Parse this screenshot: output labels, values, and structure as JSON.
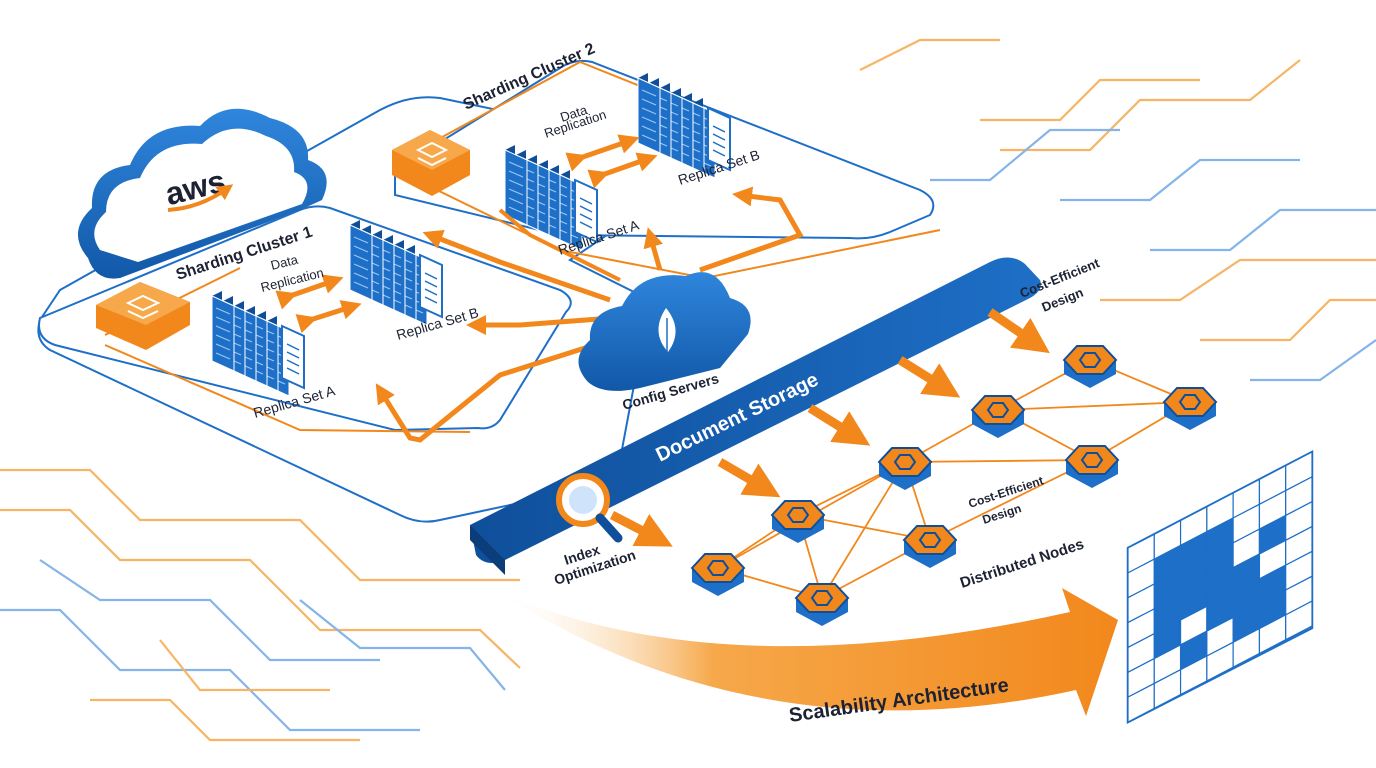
{
  "colors": {
    "blue": "#1e6fc7",
    "dark_blue": "#0f4f9a",
    "orange": "#f2881c",
    "light_orange": "#f6a84a",
    "text": "#1d2233",
    "white": "#ffffff"
  },
  "aws": {
    "logo_text": "aws"
  },
  "cluster1": {
    "title": "Sharding Cluster 1",
    "replication_line1": "Data",
    "replication_line2": "Replication",
    "replica_a": "Replica Set A",
    "replica_b": "Replica Set B"
  },
  "cluster2": {
    "title": "Sharding Cluster 2",
    "replication_line1": "Data",
    "replication_line2": "Replication",
    "replica_a": "Replica Set A",
    "replica_b": "Replica Set B"
  },
  "config_servers": {
    "label": "Config Servers",
    "icon": "leaf-icon"
  },
  "document_storage": {
    "label": "Document Storage"
  },
  "index_optimization": {
    "line1": "Index",
    "line2": "Optimization",
    "icon": "magnifier-icon"
  },
  "cost_efficient_top": {
    "line1": "Cost-Efficient",
    "line2": "Design"
  },
  "cost_efficient_mid": {
    "line1": "Cost-Efficient",
    "line2": "Design"
  },
  "distributed_nodes": {
    "label": "Distributed Nodes"
  },
  "scalability": {
    "label": "Scalability Architecture"
  }
}
